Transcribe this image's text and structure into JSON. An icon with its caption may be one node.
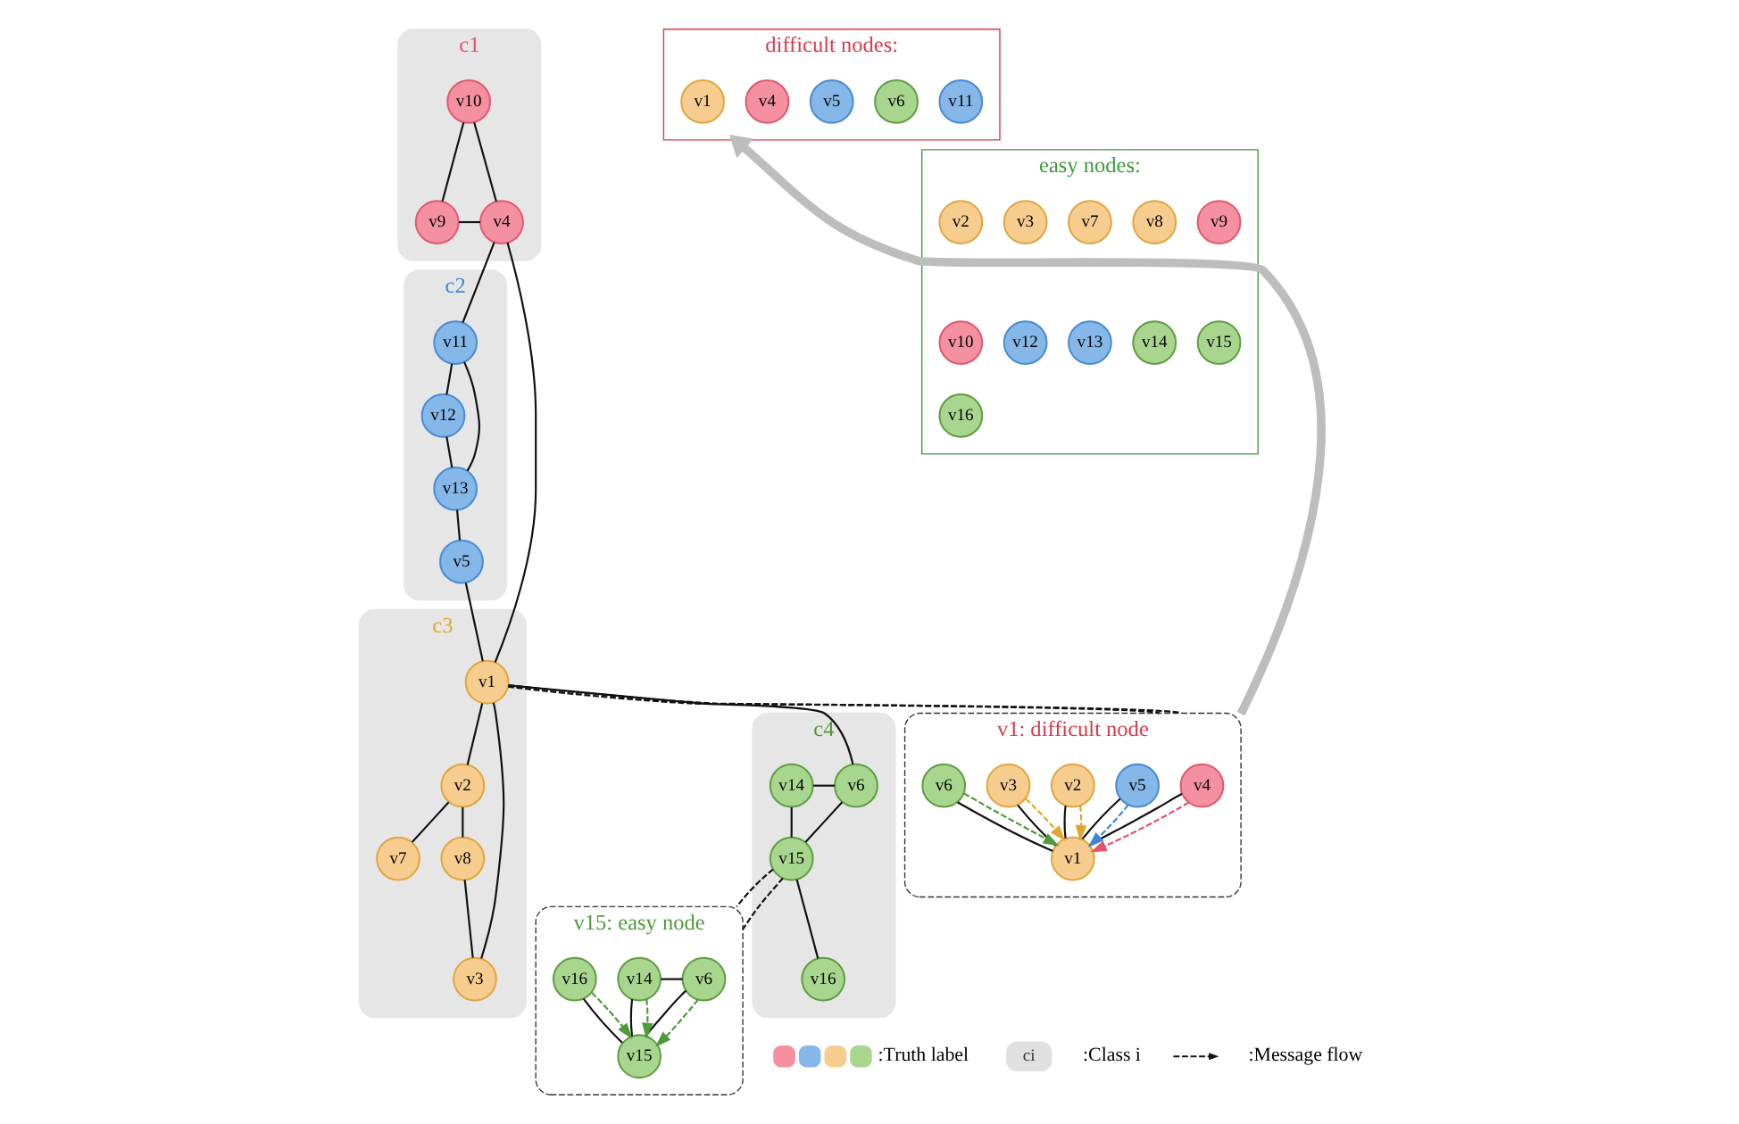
{
  "diagram": {
    "nodes": [
      {
        "text": [
          "c1"
        ]
      },
      {
        "text": [
          "v10"
        ],
        "in": 0
      },
      {
        "text": [
          "v9"
        ],
        "in": 0
      },
      {
        "text": [
          "v4"
        ],
        "in": 0
      },
      {
        "text": [
          "c2"
        ]
      },
      {
        "text": [
          "v12"
        ],
        "in": 4
      },
      {
        "text": [
          "v11"
        ],
        "in": 4
      },
      {
        "text": [
          "v13"
        ],
        "in": 4
      },
      {
        "text": [
          "v5"
        ],
        "in": 4
      },
      {
        "text": [
          "c3"
        ]
      },
      {
        "text": [
          "v1"
        ],
        "in": 9
      },
      {
        "text": [
          "v2"
        ],
        "in": 9
      },
      {
        "text": [
          "v3"
        ],
        "in": 9
      },
      {
        "text": [
          "v7"
        ],
        "in": 9
      },
      {
        "text": [
          "v8"
        ],
        "in": 9
      },
      {
        "text": [
          "c4"
        ]
      },
      {
        "text": [
          "v6"
        ],
        "in": 15
      },
      {
        "text": [
          "v14"
        ],
        "in": 15
      },
      {
        "text": [
          "v15"
        ],
        "in": 15
      },
      {
        "text": [
          "v16"
        ],
        "in": 15
      },
      {
        "text": [
          "v1: difficult node"
        ]
      },
      {
        "text": [
          "v4"
        ],
        "in": 20
      },
      {
        "text": [
          "v5"
        ],
        "in": 20
      },
      {
        "text": [
          "v1"
        ],
        "in": 20
      },
      {
        "text": [
          "v2"
        ],
        "in": 20
      },
      {
        "text": [
          "v3"
        ],
        "in": 20
      },
      {
        "text": [
          "v6"
        ],
        "in": 20
      },
      {
        "text": [
          "v15: easy node"
        ]
      },
      {
        "text": [
          "v6"
        ],
        "in": 27
      },
      {
        "text": [
          "v14"
        ],
        "in": 27
      },
      {
        "text": [
          "v15"
        ],
        "in": 27
      },
      {
        "text": [
          "v16"
        ],
        "in": 27
      },
      {
        "text": [
          "difficult nodes:"
        ]
      },
      {
        "text": [
          "v1"
        ],
        "in": 32
      },
      {
        "text": [
          "v4"
        ],
        "in": 32
      },
      {
        "text": [
          "v5"
        ],
        "in": 32
      },
      {
        "text": [
          "v6"
        ],
        "in": 32
      },
      {
        "text": [
          "v11"
        ],
        "in": 32
      },
      {
        "text": [
          "easy nodes:"
        ]
      },
      {
        "text": [
          "v2"
        ],
        "in": 38
      },
      {
        "text": [
          "v3"
        ],
        "in": 38
      },
      {
        "text": [
          "v7"
        ],
        "in": 38
      },
      {
        "text": [
          "v8"
        ],
        "in": 38
      },
      {
        "text": [
          "v9"
        ],
        "in": 38
      },
      {
        "text": [
          "v10"
        ],
        "in": 38
      },
      {
        "text": [
          "v12"
        ],
        "in": 38
      },
      {
        "text": [
          "v13"
        ],
        "in": 38
      },
      {
        "text": [
          "v14"
        ],
        "in": 38
      },
      {
        "text": [
          "v15"
        ],
        "in": 38
      },
      {
        "text": [
          "v16"
        ],
        "in": 38
      }
    ],
    "edges": [
      {
        "from": 1,
        "to": 2,
        "arrow": "none"
      },
      {
        "from": 1,
        "to": 3,
        "arrow": "none"
      },
      {
        "from": 2,
        "to": 3,
        "arrow": "none"
      },
      {
        "from": 3,
        "to": 6,
        "arrow": "none"
      },
      {
        "from": 3,
        "to": 10,
        "arrow": "none"
      },
      {
        "from": 6,
        "to": 5,
        "arrow": "none"
      },
      {
        "from": 5,
        "to": 7,
        "arrow": "none"
      },
      {
        "from": 6,
        "to": 7,
        "arrow": "none"
      },
      {
        "from": 7,
        "to": 8,
        "arrow": "none"
      },
      {
        "from": 8,
        "to": 10,
        "arrow": "none"
      },
      {
        "from": 10,
        "to": 11,
        "arrow": "none"
      },
      {
        "from": 10,
        "to": 12,
        "arrow": "none"
      },
      {
        "from": 10,
        "to": 16,
        "arrow": "none"
      },
      {
        "from": 11,
        "to": 13,
        "arrow": "none"
      },
      {
        "from": 11,
        "to": 14,
        "arrow": "none"
      },
      {
        "from": 14,
        "to": 12,
        "arrow": "none"
      },
      {
        "from": 16,
        "to": 17,
        "arrow": "none"
      },
      {
        "from": 16,
        "to": 18,
        "arrow": "none"
      },
      {
        "from": 17,
        "to": 18,
        "arrow": "none"
      },
      {
        "from": 18,
        "to": 19,
        "arrow": "none"
      },
      {
        "from": 10,
        "to": 20,
        "arrow": "none",
        "style": "dashed"
      },
      {
        "from": 10,
        "to": 20,
        "arrow": "none",
        "style": "dashed"
      },
      {
        "from": 18,
        "to": 27,
        "arrow": "none",
        "style": "dashed"
      },
      {
        "from": 18,
        "to": 27,
        "arrow": "none",
        "style": "dashed"
      },
      {
        "from": 21,
        "to": 23,
        "arrow": "none"
      },
      {
        "from": 22,
        "to": 23,
        "arrow": "none"
      },
      {
        "from": 24,
        "to": 23,
        "arrow": "none"
      },
      {
        "from": 25,
        "to": 23,
        "arrow": "none"
      },
      {
        "from": 26,
        "to": 23,
        "arrow": "none"
      },
      {
        "from": 21,
        "to": 23,
        "arrow": "to",
        "style": "dashed",
        "color": "#e8506a"
      },
      {
        "from": 22,
        "to": 23,
        "arrow": "to",
        "style": "dashed",
        "color": "#3f86d6"
      },
      {
        "from": 24,
        "to": 23,
        "arrow": "to",
        "style": "dashed",
        "color": "#e0a630"
      },
      {
        "from": 25,
        "to": 23,
        "arrow": "to",
        "style": "dashed",
        "color": "#e0a630"
      },
      {
        "from": 26,
        "to": 23,
        "arrow": "to",
        "style": "dashed",
        "color": "#4f9a3a"
      },
      {
        "from": 28,
        "to": 29,
        "arrow": "none"
      },
      {
        "from": 28,
        "to": 30,
        "arrow": "none"
      },
      {
        "from": 29,
        "to": 30,
        "arrow": "none"
      },
      {
        "from": 31,
        "to": 30,
        "arrow": "none"
      },
      {
        "from": 28,
        "to": 30,
        "arrow": "to",
        "style": "dashed",
        "color": "#4f9a3a"
      },
      {
        "from": 29,
        "to": 30,
        "arrow": "to",
        "style": "dashed",
        "color": "#4f9a3a"
      },
      {
        "from": 31,
        "to": 30,
        "arrow": "to",
        "style": "dashed",
        "color": "#4f9a3a"
      },
      {
        "from": 20,
        "to": 32,
        "arrow": "to",
        "style": "thick",
        "color": "#bdbdbd"
      }
    ],
    "labels": [
      "ci"
    ],
    "legend": [
      {
        "text": ":Truth label"
      },
      {
        "text": ":Class i"
      },
      {
        "text": ":Message flow"
      }
    ]
  }
}
